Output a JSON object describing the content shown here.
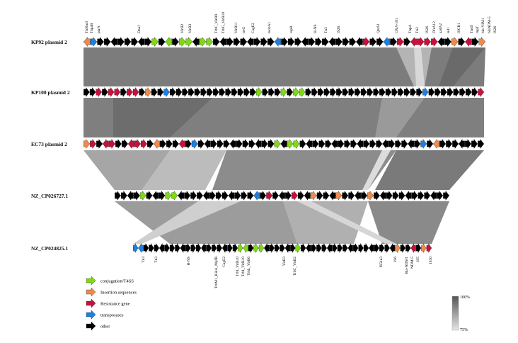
{
  "tracks": [
    {
      "id": "kp92",
      "label": "KP92 plasmid 2"
    },
    {
      "id": "kp100",
      "label": "KP100 plasmid 2"
    },
    {
      "id": "ec73",
      "label": "EC73 plasmid 2"
    },
    {
      "id": "cp026727",
      "label": "NZ_CP026727.1"
    },
    {
      "id": "cp024825",
      "label": "NZ_CP024825.1"
    }
  ],
  "gene_labels": {
    "kp92": [
      "TnSku3",
      "TupaB",
      "parA",
      "DnaJ",
      "VirB2",
      "VirB3",
      "TrbC_VirB9",
      "TrbG_VirB10",
      "VirB11",
      "trsG",
      "CagE2",
      "mobA1",
      "topB",
      "H-NS",
      "Tn3",
      "IS26",
      "QnrS1",
      "OXA-181",
      "TnpA",
      "Tn3",
      "IS26",
      "DfrA12",
      "aadA2",
      "sul1",
      "ISCR1",
      "TnsD",
      "tnpT",
      "bla-VIM1",
      "blaNDM-5",
      "IS26"
    ],
    "cp024825": [
      "Tn3",
      "Tn3",
      "H-NS",
      "TrbM1_KikA_MpfB",
      "CagE2",
      "TrbI_VirB10",
      "TrbI_VirB10",
      "TrbL_VirB6",
      "VirB3",
      "TrbC_VirB2",
      "IS5ku3",
      "IS6",
      "Bla-NDM1",
      "NDM-5",
      "IS5",
      "IS30"
    ]
  },
  "legend": [
    {
      "label": "conjugation/T4SS",
      "color": "#7fd916"
    },
    {
      "label": "Insertion sequences",
      "color": "#f08a4b"
    },
    {
      "label": "Resistance gene",
      "color": "#c8103c"
    },
    {
      "label": "transposases",
      "color": "#1e7fe0"
    },
    {
      "label": "other",
      "color": "#000000"
    }
  ],
  "identity_scale": {
    "max_label": "100%",
    "min_label": "75%",
    "max_color": "#555555",
    "min_color": "#e6e6e6"
  }
}
